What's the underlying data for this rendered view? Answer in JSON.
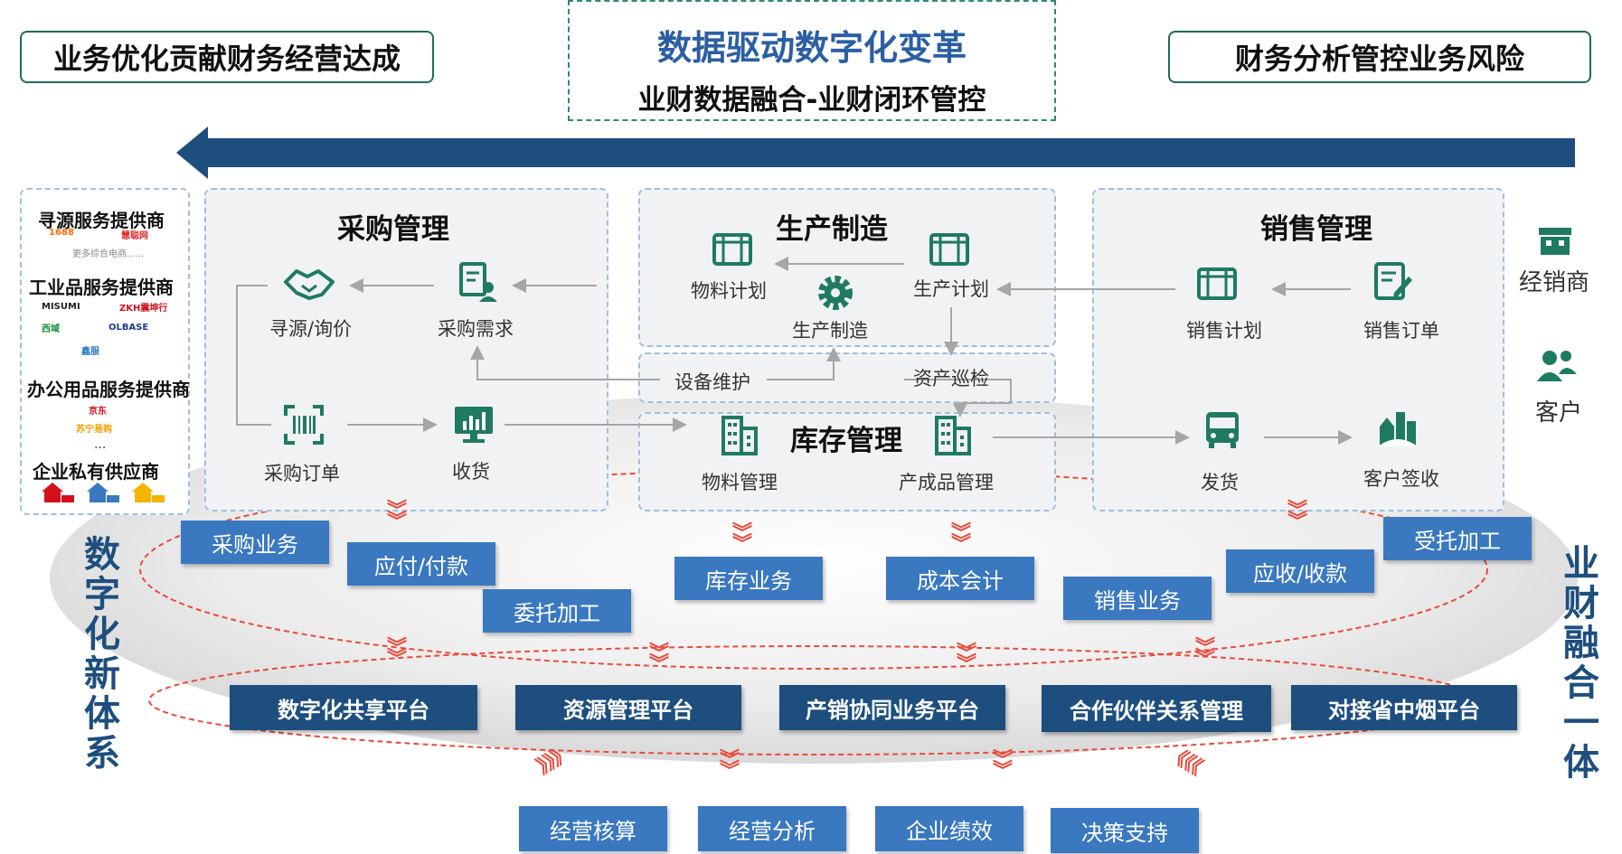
{
  "header": {
    "left": "业务优化贡献财务经营达成",
    "center_title": "数据驱动数字化变革",
    "center_subtitle": "业财数据融合-业财闭环管控",
    "right": "财务分析管控业务风险"
  },
  "suppliers": {
    "group1": "寻源服务提供商",
    "group1_logos": [
      "1688",
      "慧聪网",
      "更多综合电商......"
    ],
    "group2": "工业品服务提供商",
    "group2_logos": [
      "MISUMI",
      "ZKH震坤行",
      "西域",
      "OLBASE",
      "鑫服"
    ],
    "group3": "办公用品服务提供商",
    "group3_logos": [
      "京东",
      "苏宁易购"
    ],
    "dots": "...",
    "group4": "企业私有供应商"
  },
  "purchase": {
    "title": "采购管理",
    "sourcing": "寻源/询价",
    "demand": "采购需求",
    "order": "采购订单",
    "receive": "收货"
  },
  "production": {
    "title": "生产制造",
    "material_plan": "物料计划",
    "production_plan": "生产计划",
    "manufacturing": "生产制造",
    "maintenance": "设备维护",
    "inspection": "资产巡检"
  },
  "inventory": {
    "title": "库存管理",
    "material": "物料管理",
    "finished": "产成品管理"
  },
  "sales": {
    "title": "销售管理",
    "plan": "销售计划",
    "order": "销售订单",
    "ship": "发货",
    "sign": "客户签收"
  },
  "side": {
    "dealer": "经销商",
    "customer": "客户",
    "left_vertical": "数字化新体系",
    "right_vertical": "业财融合一体"
  },
  "business_layer": [
    "采购业务",
    "应付/付款",
    "委托加工",
    "库存业务",
    "成本会计",
    "销售业务",
    "应收/收款",
    "受托加工"
  ],
  "platform_layer": [
    "数字化共享平台",
    "资源管理平台",
    "产销协同业务平台",
    "合作伙伴关系管理",
    "对接省中烟平台"
  ],
  "analysis_layer": [
    "经营核算",
    "经营分析",
    "企业绩效",
    "决策支持"
  ],
  "colors": {
    "navy": "#1d4e7e",
    "blue": "#3a78c0",
    "green": "#1f6b5b",
    "red": "#e84c3d"
  }
}
